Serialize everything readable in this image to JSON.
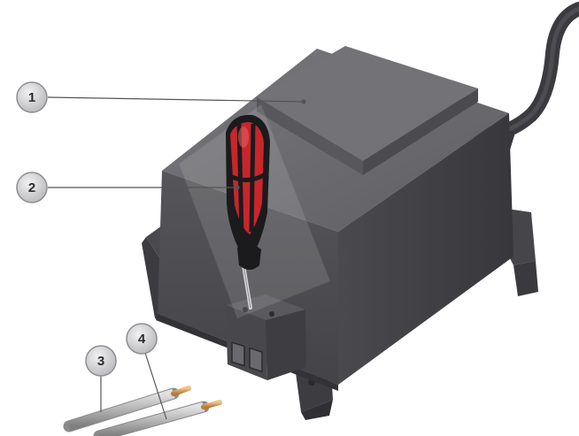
{
  "figure": {
    "callouts": [
      {
        "id": "c1",
        "label": "1"
      },
      {
        "id": "c2",
        "label": "2"
      },
      {
        "id": "c3",
        "label": "3"
      },
      {
        "id": "c4",
        "label": "4"
      }
    ],
    "colors": {
      "housing_top": "#6c6c70",
      "housing_front": "#4f4f53",
      "housing_side": "#3e3e42",
      "cable": "#3f3f43",
      "screwdriver_red": "#c8262b",
      "screwdriver_black": "#1b1b1d",
      "wire_insulation": "#b7b7b7",
      "wire_copper": "#d9a466",
      "callout_fill": "#cfcfd1",
      "leader_line": "#555555"
    }
  }
}
